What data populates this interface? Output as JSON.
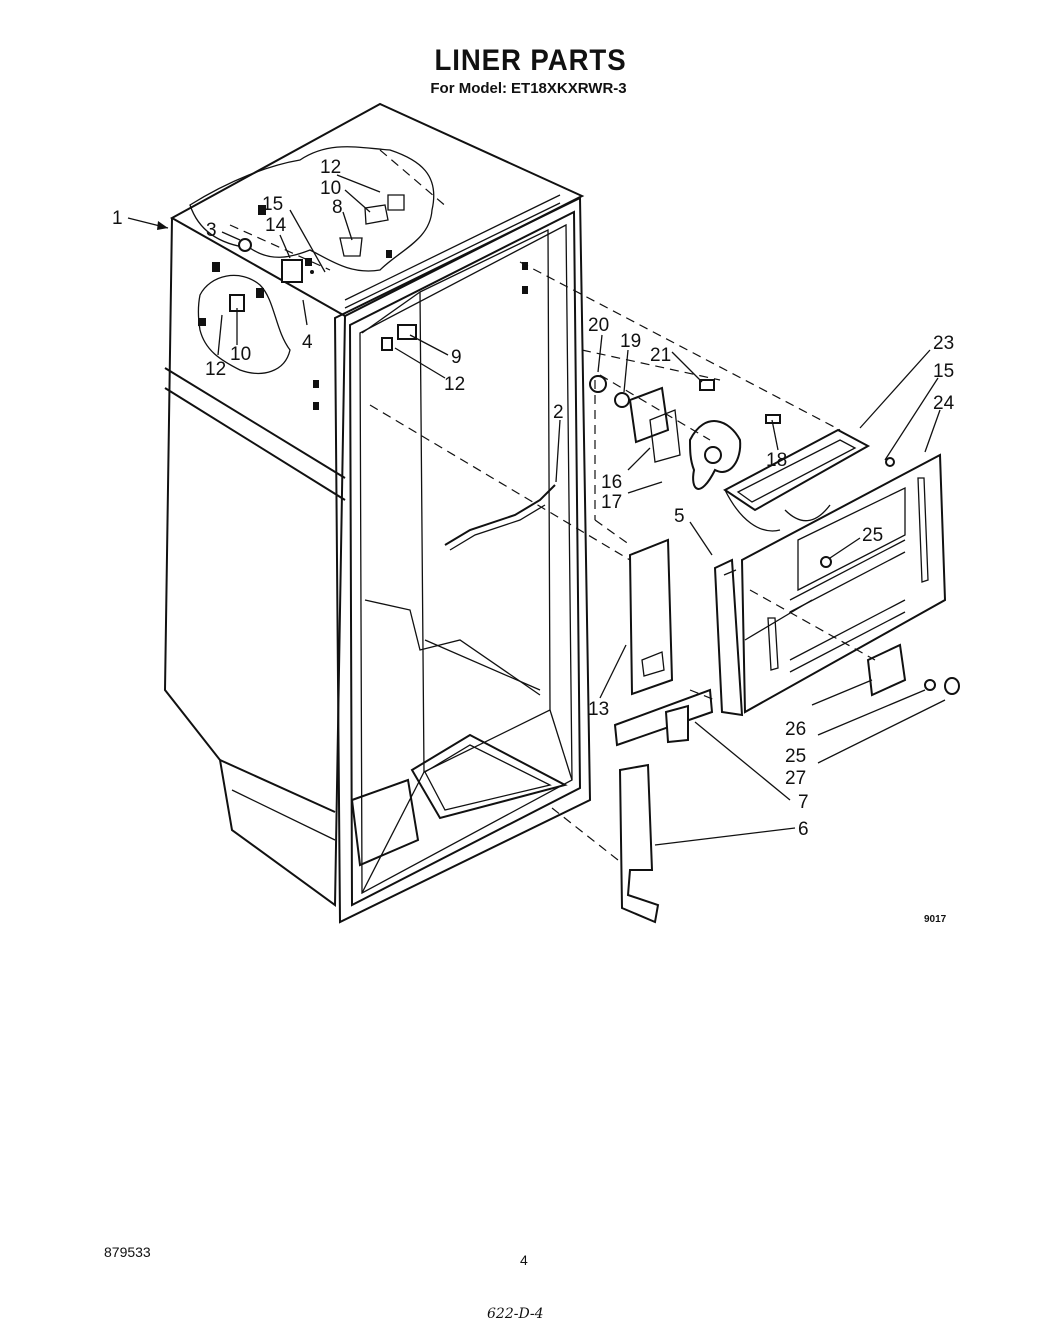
{
  "header": {
    "title": "LINER PARTS",
    "model_prefix": "For Model:",
    "model_number": "ET18XKXRWR-3"
  },
  "diagram": {
    "figure_code": "9017",
    "callouts": [
      "1",
      "2",
      "3",
      "4",
      "5",
      "6",
      "7",
      "8",
      "9",
      "10",
      "10",
      "12",
      "12",
      "12",
      "13",
      "14",
      "15",
      "15",
      "16",
      "17",
      "18",
      "19",
      "20",
      "21",
      "23",
      "24",
      "25",
      "25",
      "26",
      "27"
    ]
  },
  "footer": {
    "part_number": "879533",
    "page_number": "4",
    "handwritten_note": "622-D-4"
  }
}
